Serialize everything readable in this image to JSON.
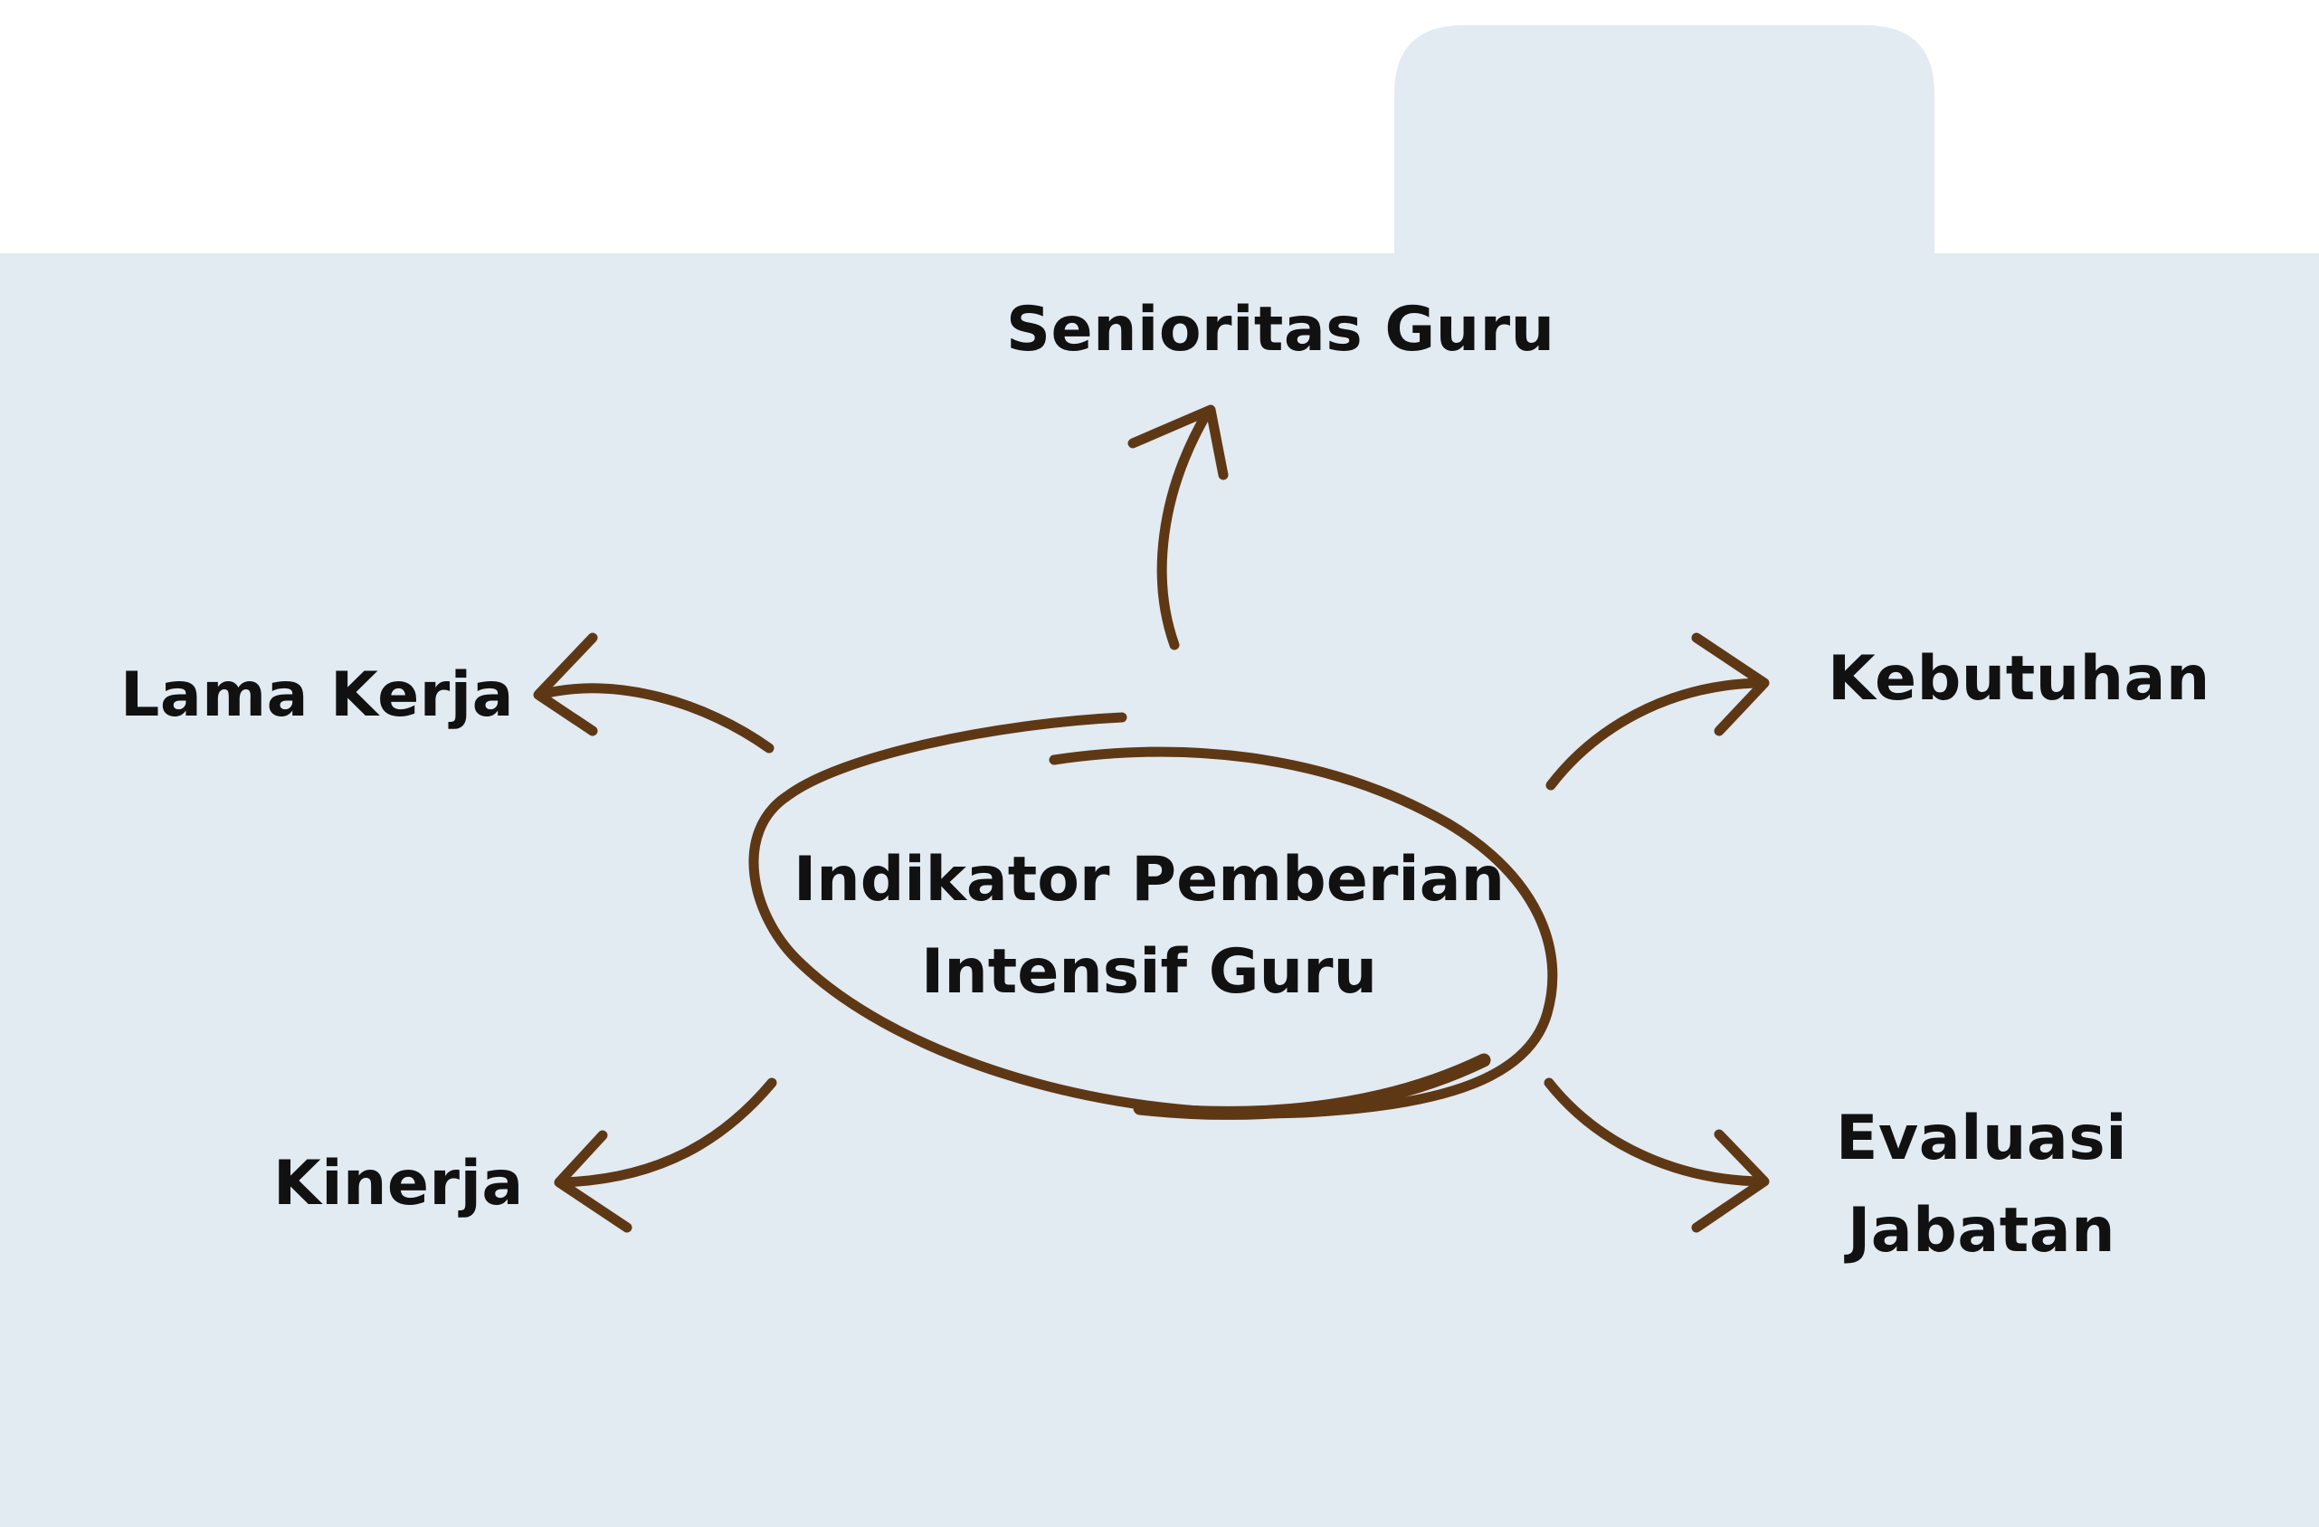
{
  "colors": {
    "panel": "#e2eaf2",
    "background": "#ffffff",
    "arrow": "#5e3814",
    "text": "#111111"
  },
  "center": {
    "line1": "Indikator Pemberian",
    "line2": "Intensif Guru"
  },
  "nodes": {
    "senioritas": "Senioritas Guru",
    "lama_kerja": "Lama Kerja",
    "kebutuhan": "Kebutuhan",
    "kinerja": "Kinerja",
    "evaluasi_line1": "Evaluasi",
    "evaluasi_line2": "Jabatan"
  }
}
